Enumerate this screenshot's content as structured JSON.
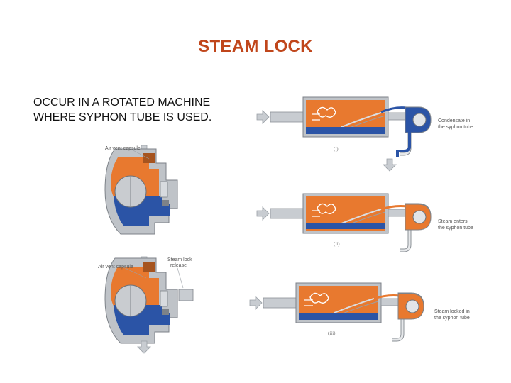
{
  "slide": {
    "title": "STEAM LOCK",
    "text_lines": [
      "OCCUR IN A ROTATED MACHINE",
      "WHERE SYPHON TUBE IS USED."
    ]
  },
  "trap_diagrams": {
    "top": {
      "air_vent_label": "Air vent capsule"
    },
    "bottom": {
      "air_vent_label": "Air vent capsule",
      "release_label_line1": "Steam lock",
      "release_label_line2": "release"
    }
  },
  "dryer_diagrams": [
    {
      "numeral": "(i)",
      "caption_line1": "Condensate in",
      "caption_line2": "the syphon tube"
    },
    {
      "numeral": "(ii)",
      "caption_line1": "Steam enters",
      "caption_line2": "the syphon tube"
    },
    {
      "numeral": "(iii)",
      "caption_line1": "Steam locked in",
      "caption_line2": "the syphon tube"
    }
  ],
  "colors": {
    "title": "#c0461b",
    "steam": "#e8792f",
    "condensate": "#2b54a6",
    "metal": "#bfc3c8",
    "arrow": "#c8ccd1"
  }
}
